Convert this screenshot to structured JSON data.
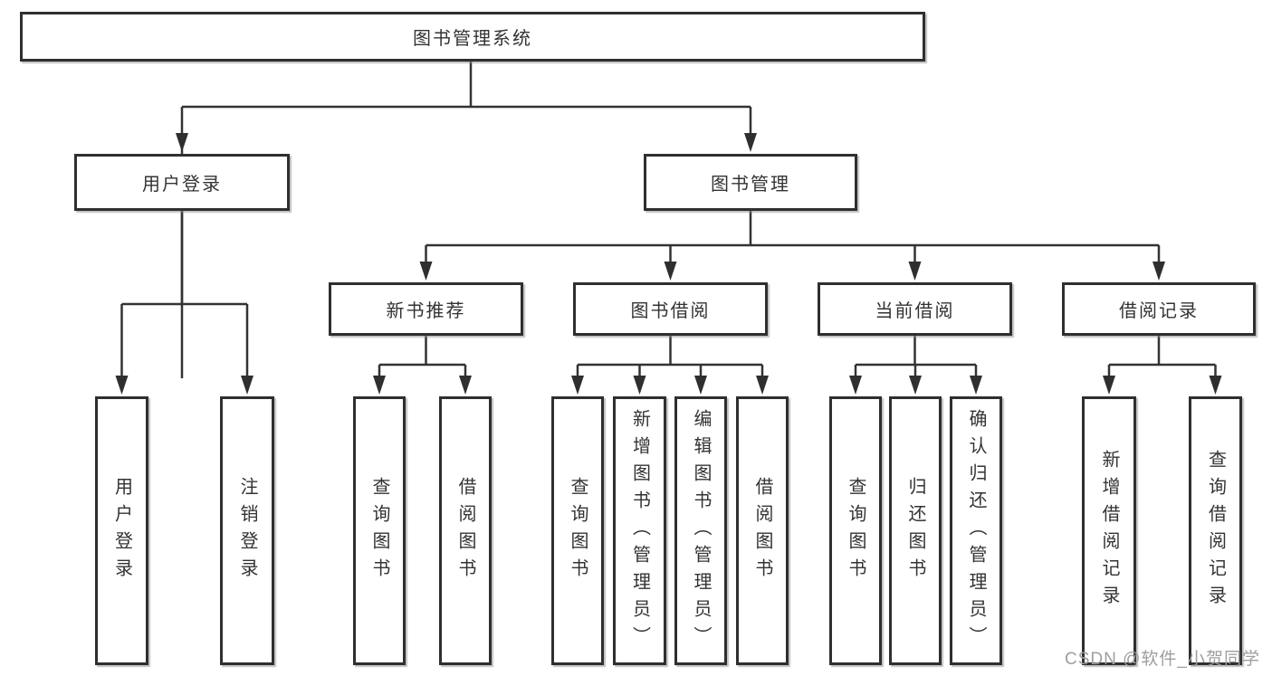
{
  "diagram": {
    "type": "hierarchy",
    "tree": {
      "label": "图书管理系统",
      "children": [
        {
          "label": "用户登录",
          "children": [
            {
              "label": "用户登录"
            },
            {
              "label": "注销登录"
            }
          ]
        },
        {
          "label": "图书管理",
          "children": [
            {
              "label": "新书推荐",
              "children": [
                {
                  "label": "查询图书"
                },
                {
                  "label": "借阅图书"
                }
              ]
            },
            {
              "label": "图书借阅",
              "children": [
                {
                  "label": "查询图书"
                },
                {
                  "label": "新增图书（管理员）"
                },
                {
                  "label": "编辑图书（管理员）"
                },
                {
                  "label": "借阅图书"
                }
              ]
            },
            {
              "label": "当前借阅",
              "children": [
                {
                  "label": "查询图书"
                },
                {
                  "label": "归还图书"
                },
                {
                  "label": "确认归还（管理员）"
                }
              ]
            },
            {
              "label": "借阅记录",
              "children": [
                {
                  "label": "新增借阅记录"
                },
                {
                  "label": "查询借阅记录"
                }
              ]
            }
          ]
        }
      ]
    },
    "colors": {
      "line": "#333333",
      "text": "#333333",
      "box_background": "#ffffff",
      "watermark": "#9e9e9e"
    }
  },
  "watermark": {
    "text": "CSDN @软件_小贺同学"
  }
}
